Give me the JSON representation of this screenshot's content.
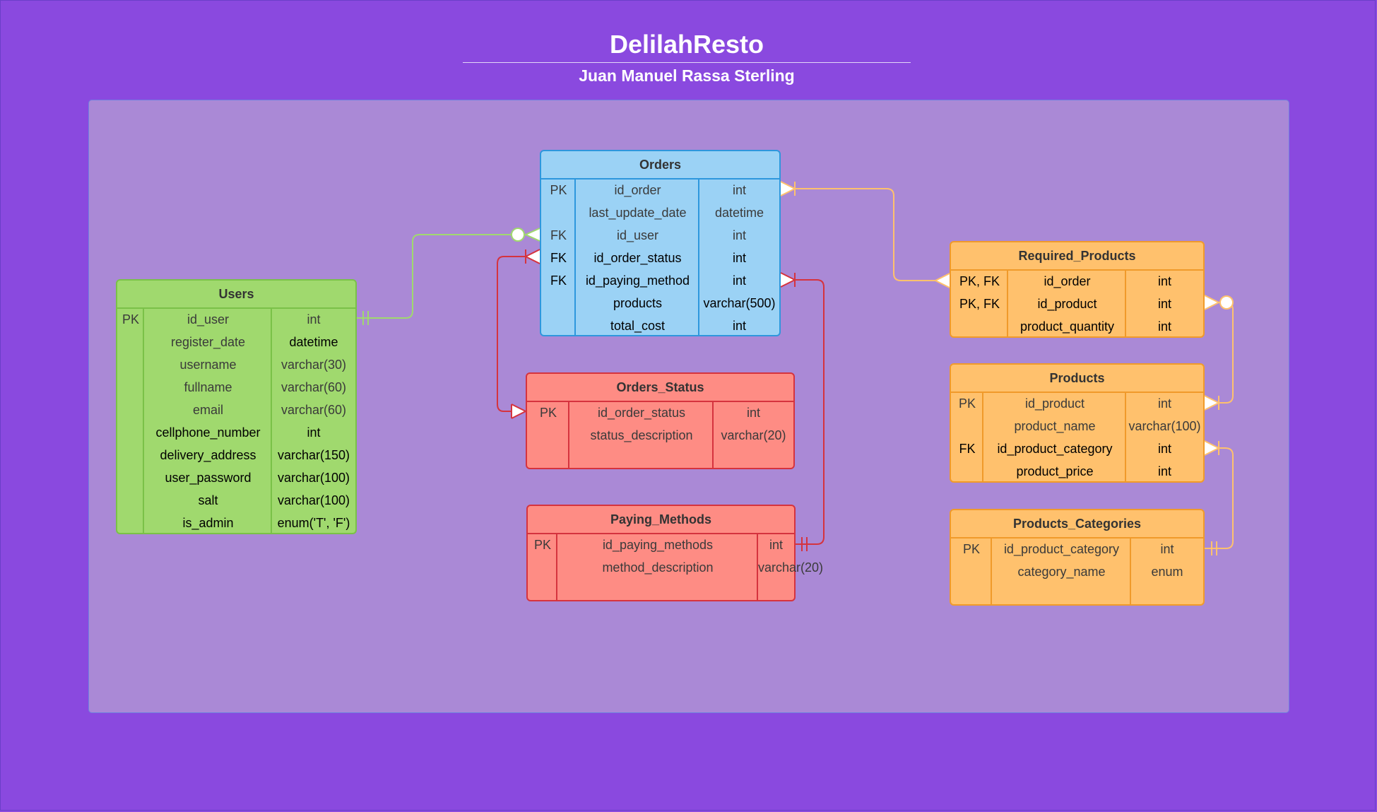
{
  "header": {
    "title": "DelilahResto",
    "subtitle": "Juan Manuel Rassa Sterling"
  },
  "colors": {
    "background": "#8a49df",
    "panel": "#aa89d6",
    "users": "#a0d96e",
    "orders": "#9bd2f5",
    "lookup": "#fe8c84",
    "products": "#ffc16d"
  },
  "entities": {
    "users": {
      "name": "Users",
      "rows": [
        {
          "key": "PK",
          "field": "id_user",
          "type": "int"
        },
        {
          "key": "",
          "field": "register_date",
          "type": "datetime"
        },
        {
          "key": "",
          "field": "username",
          "type": "varchar(30)"
        },
        {
          "key": "",
          "field": "fullname",
          "type": "varchar(60)"
        },
        {
          "key": "",
          "field": "email",
          "type": "varchar(60)"
        },
        {
          "key": "",
          "field": "cellphone_number",
          "type": "int"
        },
        {
          "key": "",
          "field": "delivery_address",
          "type": "varchar(150)"
        },
        {
          "key": "",
          "field": "user_password",
          "type": "varchar(100)"
        },
        {
          "key": "",
          "field": "salt",
          "type": "varchar(100)"
        },
        {
          "key": "",
          "field": "is_admin",
          "type": "enum('T', 'F')"
        }
      ]
    },
    "orders": {
      "name": "Orders",
      "rows": [
        {
          "key": "PK",
          "field": "id_order",
          "type": "int"
        },
        {
          "key": "",
          "field": "last_update_date",
          "type": "datetime"
        },
        {
          "key": "FK",
          "field": "id_user",
          "type": "int"
        },
        {
          "key": "FK",
          "field": "id_order_status",
          "type": "int"
        },
        {
          "key": "FK",
          "field": "id_paying_method",
          "type": "int"
        },
        {
          "key": "",
          "field": "products",
          "type": "varchar(500)"
        },
        {
          "key": "",
          "field": "total_cost",
          "type": "int"
        }
      ]
    },
    "orders_status": {
      "name": "Orders_Status",
      "rows": [
        {
          "key": "PK",
          "field": "id_order_status",
          "type": "int"
        },
        {
          "key": "",
          "field": "status_description",
          "type": "varchar(20)"
        }
      ]
    },
    "paying_methods": {
      "name": "Paying_Methods",
      "rows": [
        {
          "key": "PK",
          "field": "id_paying_methods",
          "type": "int"
        },
        {
          "key": "",
          "field": "method_description",
          "type": "varchar(20)"
        }
      ]
    },
    "required_products": {
      "name": "Required_Products",
      "rows": [
        {
          "key": "PK, FK",
          "field": "id_order",
          "type": "int"
        },
        {
          "key": "PK, FK",
          "field": "id_product",
          "type": "int"
        },
        {
          "key": "",
          "field": "product_quantity",
          "type": "int"
        }
      ]
    },
    "products": {
      "name": "Products",
      "rows": [
        {
          "key": "PK",
          "field": "id_product",
          "type": "int"
        },
        {
          "key": "",
          "field": "product_name",
          "type": "varchar(100)"
        },
        {
          "key": "FK",
          "field": "id_product_category",
          "type": "int"
        },
        {
          "key": "",
          "field": "product_price",
          "type": "int"
        }
      ]
    },
    "products_categories": {
      "name": "Products_Categories",
      "rows": [
        {
          "key": "PK",
          "field": "id_product_category",
          "type": "int"
        },
        {
          "key": "",
          "field": "category_name",
          "type": "enum"
        }
      ]
    }
  }
}
